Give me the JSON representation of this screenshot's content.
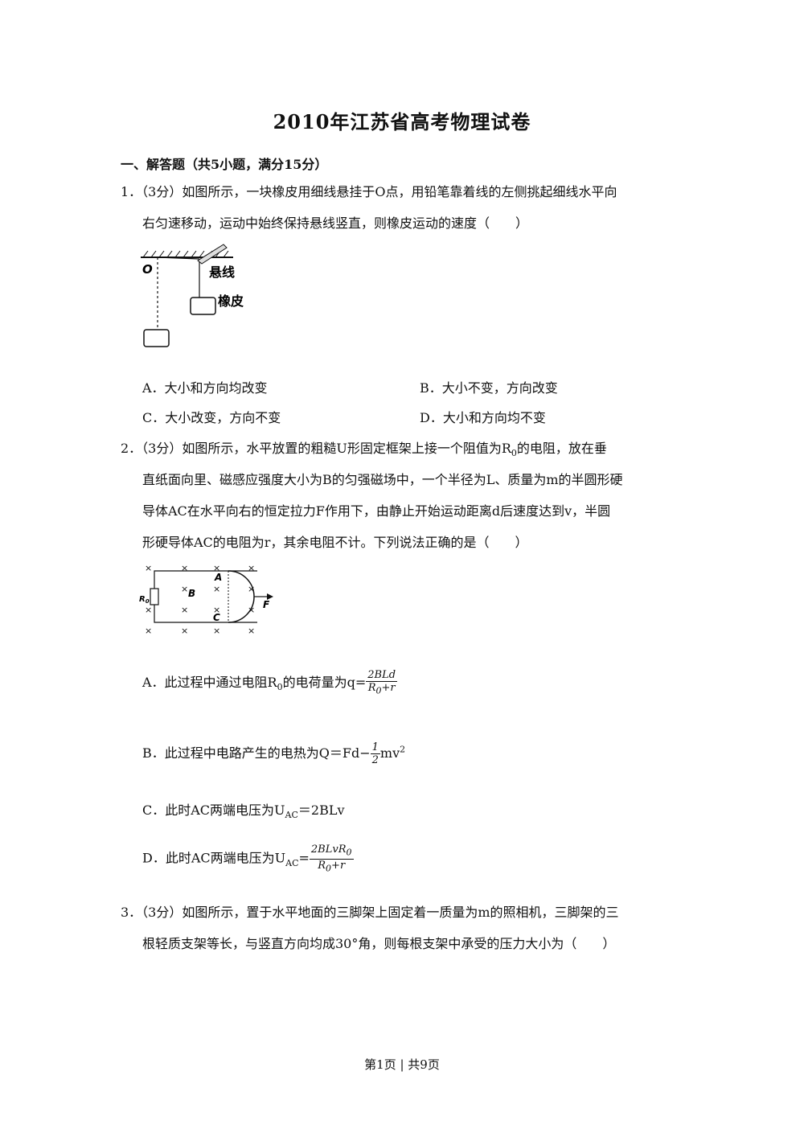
{
  "title": "2010年江苏省高考物理试卷",
  "section": "一、解答题（共5小题，满分15分）",
  "q1": {
    "line1": "1．（3分）如图所示，一块橡皮用细线悬挂于O点，用铅笔靠着线的左侧挑起细线水平向",
    "line2": "右匀速移动，运动中始终保持悬线竖直，则橡皮运动的速度（　　）",
    "fig": {
      "o_label": "O",
      "line_label": "悬线",
      "eraser_label": "橡皮"
    },
    "options": {
      "A": "A．大小和方向均改变",
      "B": "B．大小不变，方向改变",
      "C": "C．大小改变，方向不变",
      "D": "D．大小和方向均不变"
    }
  },
  "q2": {
    "line1_a": "2．（3分）如图所示，水平放置的粗糙U形固定框架上接一个阻值为R",
    "line1_sub": "0",
    "line1_b": "的电阻，放在垂",
    "line2": "直纸面向里、磁感应强度大小为B的匀强磁场中，一个半径为L、质量为m的半圆形硬",
    "line3": "导体AC在水平向右的恒定拉力F作用下，由静止开始运动距离d后速度达到v，半圆",
    "line4": "形硬导体AC的电阻为r，其余电阻不计。下列说法正确的是（　　）",
    "fig": {
      "r_label": "R",
      "r_sub": "0",
      "b_label": "B",
      "a_label": "A",
      "c_label": "C",
      "f_label": "F",
      "cross": "×"
    },
    "optA": {
      "pre": "A．此过程中通过电阻R",
      "sub": "0",
      "mid": "的电荷量为q",
      "eq": "=",
      "num": "2BLd",
      "den_a": "R",
      "den_sub": "0",
      "den_b": "+r"
    },
    "optB": {
      "pre": "B．此过程中电路产生的电热为Q＝Fd",
      "minus": "−",
      "num": "1",
      "den": "2",
      "post": "mv",
      "sup": "2"
    },
    "optC": {
      "pre": "C．此时AC两端电压为U",
      "sub": "AC",
      "post": "＝2BLv"
    },
    "optD": {
      "pre": "D．此时AC两端电压为U",
      "sub": "AC",
      "eq": "=",
      "num_a": "2BLvR",
      "num_sub": "0",
      "den_a": "R",
      "den_sub": "0",
      "den_b": "+r"
    }
  },
  "q3": {
    "line1": "3．（3分）如图所示，置于水平地面的三脚架上固定着一质量为m的照相机，三脚架的三",
    "line2": "根轻质支架等长，与竖直方向均成30°角，则每根支架中承受的压力大小为（　　）"
  },
  "footer": "第1页 | 共9页"
}
